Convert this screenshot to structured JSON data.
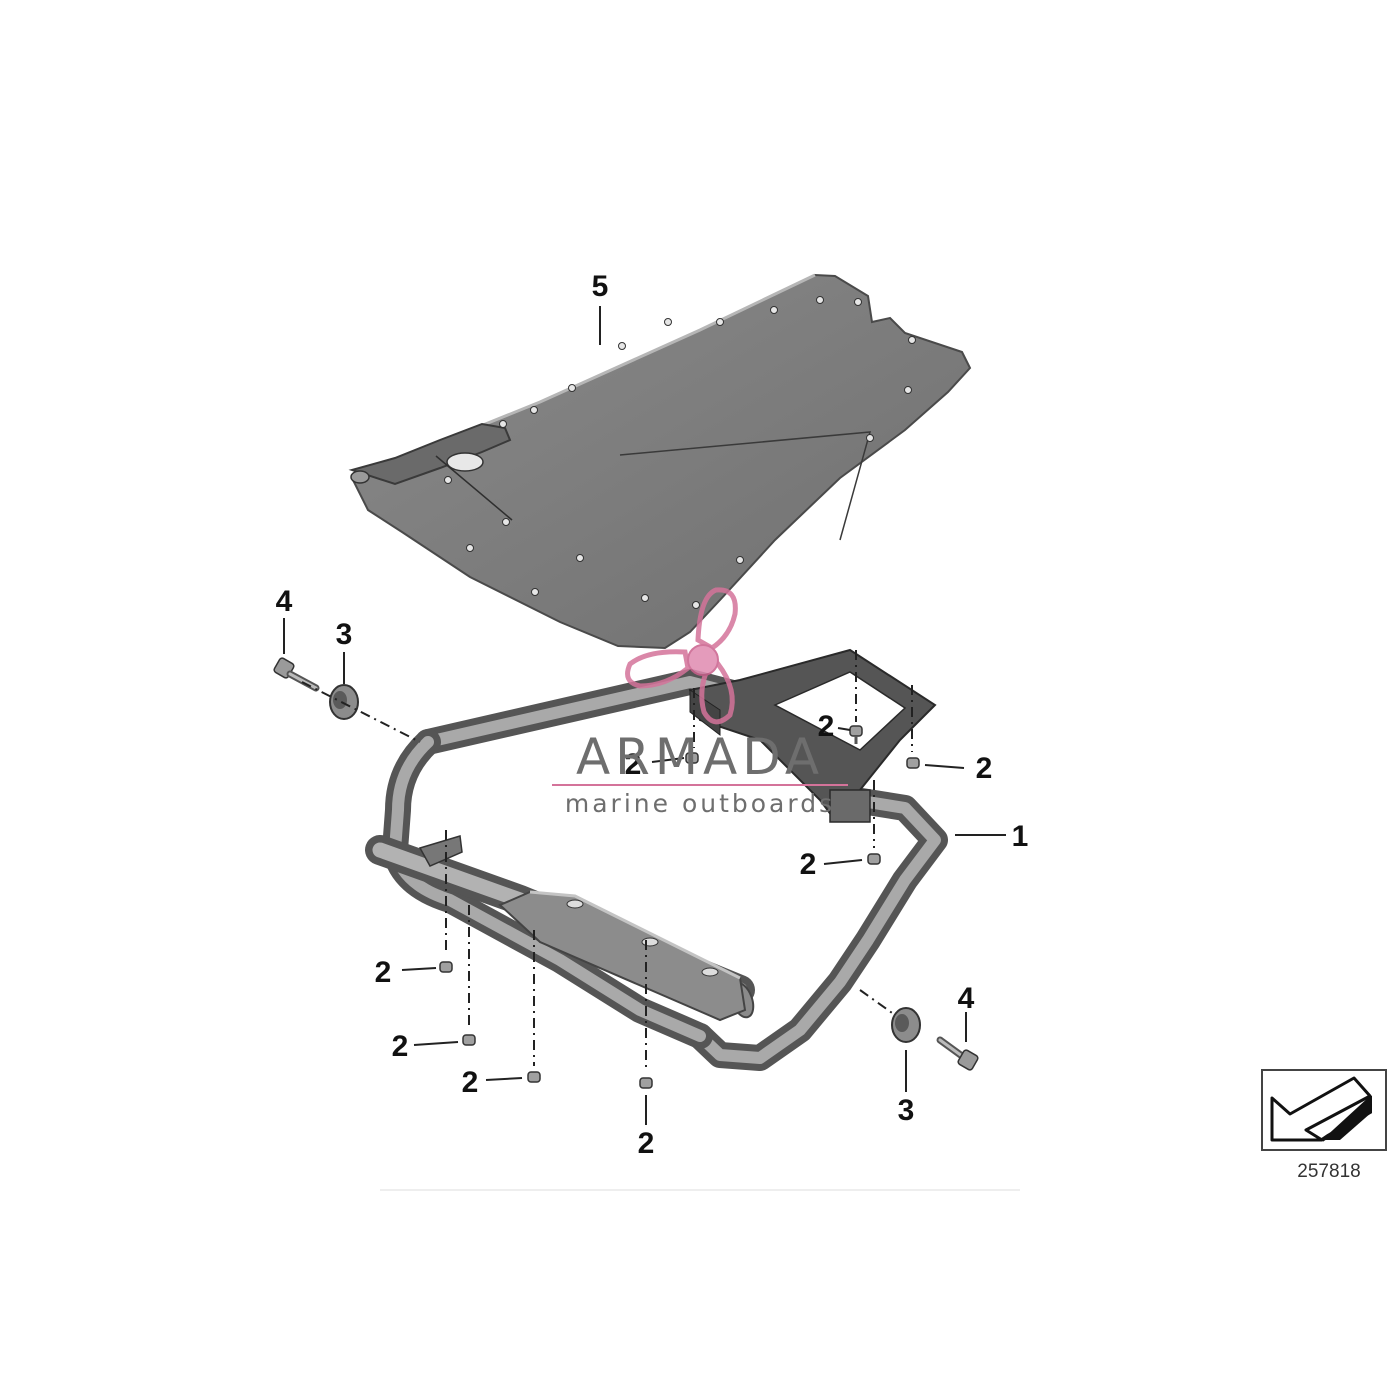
{
  "diagram": {
    "callouts": [
      {
        "id": "c5",
        "label": "5"
      },
      {
        "id": "c4a",
        "label": "4"
      },
      {
        "id": "c3a",
        "label": "3"
      },
      {
        "id": "c1",
        "label": "1"
      },
      {
        "id": "c2a",
        "label": "2"
      },
      {
        "id": "c2b",
        "label": "2"
      },
      {
        "id": "c2c",
        "label": "2"
      },
      {
        "id": "c2d",
        "label": "2"
      },
      {
        "id": "c2e",
        "label": "2"
      },
      {
        "id": "c2f",
        "label": "2"
      },
      {
        "id": "c2g",
        "label": "2"
      },
      {
        "id": "c2h",
        "label": "2"
      },
      {
        "id": "c4b",
        "label": "4"
      },
      {
        "id": "c3b",
        "label": "3"
      }
    ],
    "diagram_number": "257818"
  },
  "watermark": {
    "brand": "ARMADA",
    "tagline": "marine outboards",
    "color": "#d4739a"
  },
  "colors": {
    "plate": "#7d7d7d",
    "tube_dark": "#555555",
    "tube_light": "#a9a9a9",
    "line": "#222222"
  }
}
